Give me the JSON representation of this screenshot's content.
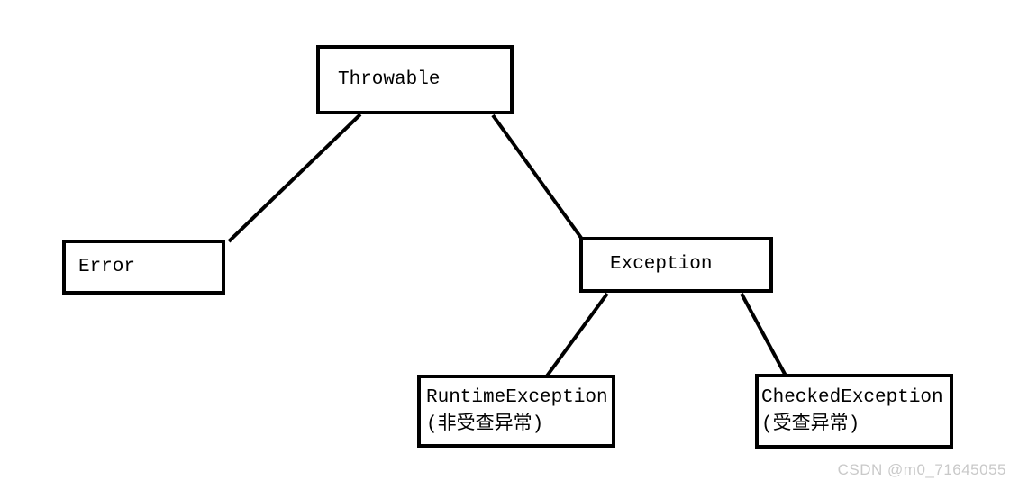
{
  "diagram": {
    "description": "Java exception class hierarchy tree",
    "nodes": {
      "throwable": {
        "label": "Throwable"
      },
      "error": {
        "label": "Error"
      },
      "exception": {
        "label": "Exception"
      },
      "runtime_exception": {
        "label": "RuntimeException",
        "sublabel": "(非受查异常)"
      },
      "checked_exception": {
        "label": "CheckedException",
        "sublabel": "(受查异常)"
      }
    },
    "edges": [
      {
        "from": "Throwable",
        "to": "Error"
      },
      {
        "from": "Throwable",
        "to": "Exception"
      },
      {
        "from": "Exception",
        "to": "RuntimeException"
      },
      {
        "from": "Exception",
        "to": "CheckedException"
      }
    ],
    "colors": {
      "box_border": "#000000",
      "text": "#000000",
      "edge_line": "#000000",
      "background": "#ffffff"
    }
  },
  "watermark": {
    "text": "CSDN @m0_71645055",
    "color": "#c9c9c9"
  }
}
